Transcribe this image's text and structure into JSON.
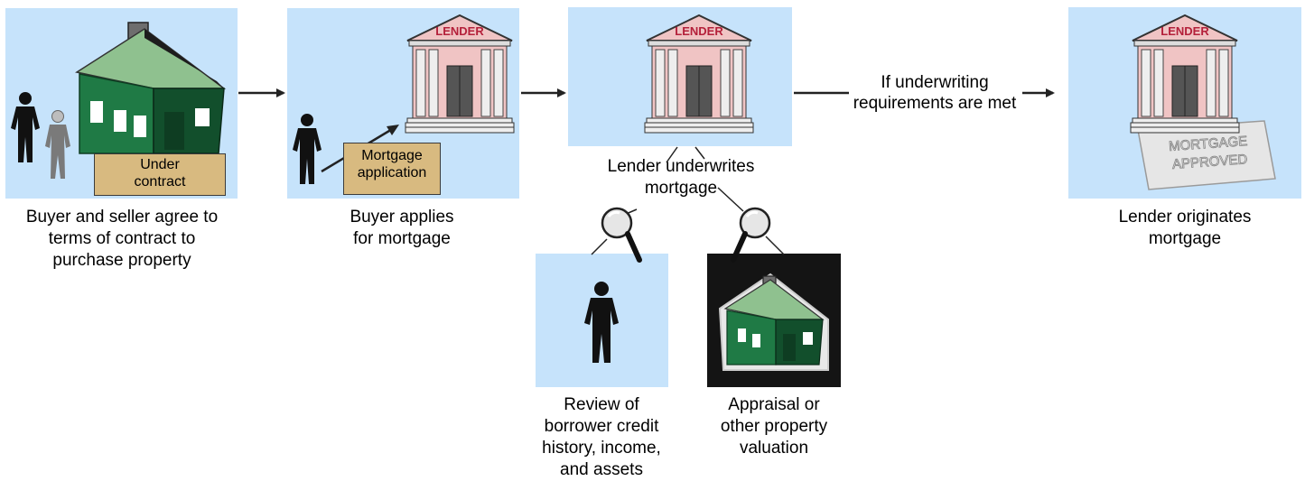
{
  "lender_sign": "LENDER",
  "steps": {
    "contract": {
      "tag": "Under contract",
      "caption": [
        "Buyer and seller agree to",
        "terms of contract to",
        "purchase property"
      ]
    },
    "apply": {
      "tag": [
        "Mortgage",
        "application"
      ],
      "caption": [
        "Buyer applies",
        "for mortgage"
      ]
    },
    "underwrite": {
      "caption": [
        "Lender underwrites",
        "mortgage"
      ]
    },
    "condition": {
      "label": [
        "If underwriting",
        "requirements are met"
      ]
    },
    "originate": {
      "stamp": [
        "MORTGAGE",
        "APPROVED"
      ],
      "caption": [
        "Lender originates",
        "mortgage"
      ]
    },
    "credit_review": {
      "caption": [
        "Review of",
        "borrower credit",
        "history, income,",
        "and assets"
      ]
    },
    "appraisal": {
      "caption": [
        "Appraisal or",
        "other property",
        "valuation"
      ]
    }
  },
  "colors": {
    "panel": "#c6e3fb",
    "house_green": "#1f7a45",
    "roof_green": "#8fc18f",
    "lender_red": "#b4203a",
    "building_pink": "#f0c4c4",
    "tag_tan": "#d8ba80"
  },
  "icons": [
    "house-icon",
    "person-silhouette-icon",
    "lender-building-icon",
    "magnifying-glass-icon",
    "approved-document-icon",
    "arrow-icon"
  ]
}
